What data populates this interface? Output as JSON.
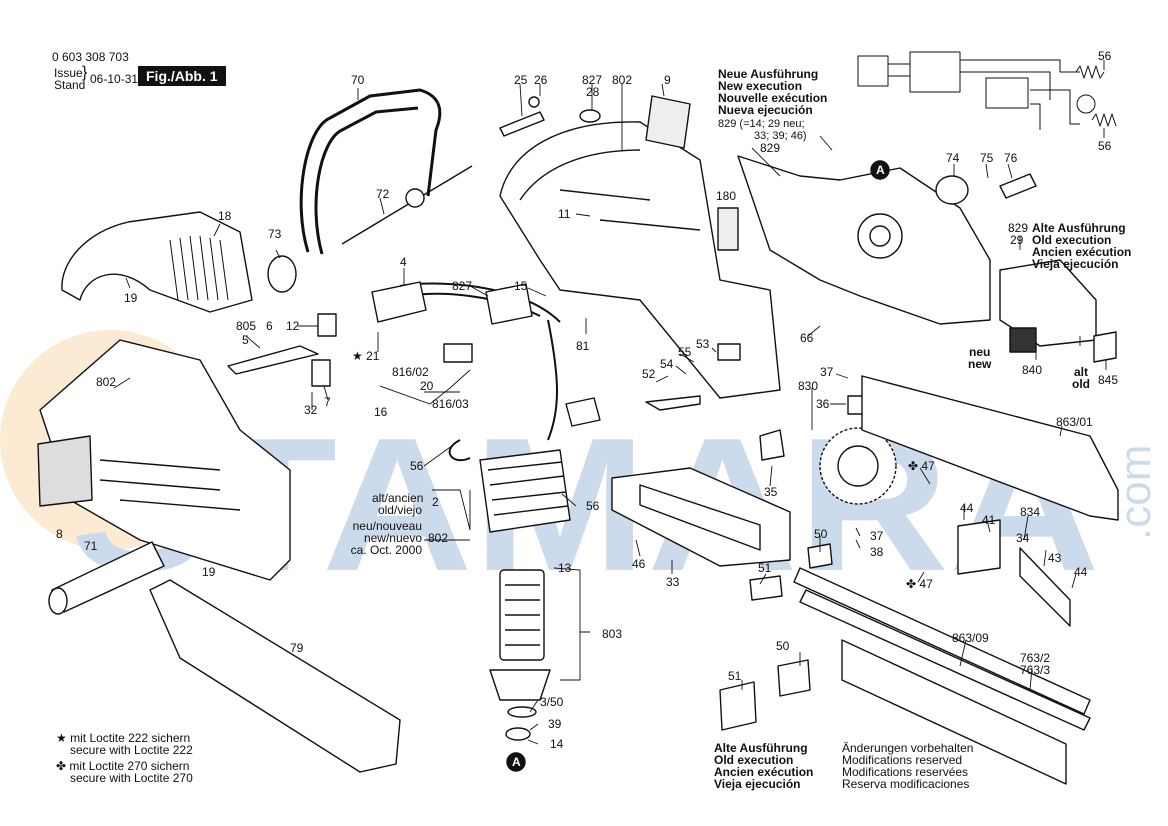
{
  "header": {
    "doc_number": "0 603 308 703",
    "issue_label": "Issue",
    "stand_label": "Stand",
    "issue_date": "06-10-31",
    "figure_label": "Fig./Abb. 1"
  },
  "watermark": {
    "text": "STAMARA",
    "side_text": ".com",
    "color": "#1e5fa8",
    "accent_color": "#f2a33a"
  },
  "new_execution": [
    "Neue Ausführung",
    "New execution",
    "Nouvelle exécution",
    "Nueva ejecución"
  ],
  "note_829": [
    "829 (=14; 29 neu;",
    "33; 39; 46)"
  ],
  "old_execution_right": [
    "Alte Ausführung",
    "Old execution",
    "Ancien exécution",
    "Vieja ejecución"
  ],
  "old_execution_bottom": [
    "Alte Ausführung",
    "Old execution",
    "Ancien exécution",
    "Vieja ejecución"
  ],
  "changes_note": [
    "Änderungen vorbehalten",
    "Modifications reserved",
    "Modifications reservées",
    "Reserva modificaciones"
  ],
  "loctite": [
    {
      "symbol": "★",
      "lines": [
        "mit Loctite 222 sichern",
        "secure with Loctite 222"
      ]
    },
    {
      "symbol": "✤",
      "lines": [
        "mit Loctite 270 sichern",
        "secure with Loctite 270"
      ]
    }
  ],
  "version_notes": {
    "alt_line1": "alt/ancien",
    "alt_line2": "old/viejo",
    "neu_line1": "neu/nouveau",
    "neu_line2": "new/nuevo",
    "neu_line3": "ca. Oct. 2000",
    "neu_new": [
      "neu",
      "new"
    ],
    "alt_old": [
      "alt",
      "old"
    ]
  },
  "part_labels": [
    {
      "id": "p70",
      "text": "70"
    },
    {
      "id": "p72",
      "text": "72"
    },
    {
      "id": "p73",
      "text": "73"
    },
    {
      "id": "p18",
      "text": "18"
    },
    {
      "id": "p19a",
      "text": "19"
    },
    {
      "id": "p805",
      "text": "805"
    },
    {
      "id": "p5",
      "text": "5"
    },
    {
      "id": "p6",
      "text": "6"
    },
    {
      "id": "p12",
      "text": "12"
    },
    {
      "id": "p4",
      "text": "4"
    },
    {
      "id": "p21",
      "text": "★ 21"
    },
    {
      "id": "p802a",
      "text": "802"
    },
    {
      "id": "p32",
      "text": "32"
    },
    {
      "id": "p7",
      "text": "7"
    },
    {
      "id": "p81602",
      "text": "816/02"
    },
    {
      "id": "p20",
      "text": "20"
    },
    {
      "id": "p16",
      "text": "16"
    },
    {
      "id": "p81603",
      "text": "816/03"
    },
    {
      "id": "p8",
      "text": "8"
    },
    {
      "id": "p71",
      "text": "71"
    },
    {
      "id": "p19b",
      "text": "19"
    },
    {
      "id": "p79",
      "text": "79"
    },
    {
      "id": "p25",
      "text": "25"
    },
    {
      "id": "p26",
      "text": "26"
    },
    {
      "id": "p827a",
      "text": "827"
    },
    {
      "id": "p802b",
      "text": "802"
    },
    {
      "id": "p28",
      "text": "28"
    },
    {
      "id": "p9",
      "text": "9"
    },
    {
      "id": "p11",
      "text": "11"
    },
    {
      "id": "p180",
      "text": "180"
    },
    {
      "id": "p827b",
      "text": "827"
    },
    {
      "id": "p15",
      "text": "15"
    },
    {
      "id": "p81",
      "text": "81"
    },
    {
      "id": "p53",
      "text": "53"
    },
    {
      "id": "p55",
      "text": "55"
    },
    {
      "id": "p54",
      "text": "54"
    },
    {
      "id": "p52",
      "text": "52"
    },
    {
      "id": "p56a",
      "text": "56"
    },
    {
      "id": "p56b",
      "text": "56"
    },
    {
      "id": "p2",
      "text": "2"
    },
    {
      "id": "p802c",
      "text": "802"
    },
    {
      "id": "p13",
      "text": "13"
    },
    {
      "id": "p803",
      "text": "803"
    },
    {
      "id": "p350",
      "text": "3/50"
    },
    {
      "id": "p39",
      "text": "39"
    },
    {
      "id": "p14",
      "text": "14"
    },
    {
      "id": "p46",
      "text": "46"
    },
    {
      "id": "p33",
      "text": "33"
    },
    {
      "id": "p829",
      "text": "829"
    },
    {
      "id": "p74",
      "text": "74"
    },
    {
      "id": "p75",
      "text": "75"
    },
    {
      "id": "p76",
      "text": "76"
    },
    {
      "id": "p56c",
      "text": "56"
    },
    {
      "id": "p56d",
      "text": "56"
    },
    {
      "id": "p66",
      "text": "66"
    },
    {
      "id": "p37a",
      "text": "37"
    },
    {
      "id": "p830",
      "text": "830"
    },
    {
      "id": "p36",
      "text": "36"
    },
    {
      "id": "p35",
      "text": "35"
    },
    {
      "id": "p47a",
      "text": "✤ 47"
    },
    {
      "id": "p50a",
      "text": "50"
    },
    {
      "id": "p37b",
      "text": "37"
    },
    {
      "id": "p38",
      "text": "38"
    },
    {
      "id": "p51a",
      "text": "51"
    },
    {
      "id": "p47b",
      "text": "✤ 47"
    },
    {
      "id": "p86301",
      "text": "863/01"
    },
    {
      "id": "p840",
      "text": "840"
    },
    {
      "id": "p845",
      "text": "845"
    },
    {
      "id": "p44a",
      "text": "44"
    },
    {
      "id": "p41",
      "text": "41"
    },
    {
      "id": "p834",
      "text": "834"
    },
    {
      "id": "p34",
      "text": "34"
    },
    {
      "id": "p43",
      "text": "43"
    },
    {
      "id": "p44b",
      "text": "44"
    },
    {
      "id": "p86309",
      "text": "863/09"
    },
    {
      "id": "p7632",
      "text": "763/2"
    },
    {
      "id": "p7633",
      "text": "763/3"
    },
    {
      "id": "p50b",
      "text": "50"
    },
    {
      "id": "p51b",
      "text": "51"
    },
    {
      "id": "p829b",
      "text": "829"
    },
    {
      "id": "p29",
      "text": "29"
    }
  ],
  "markers": {
    "a1": "A",
    "a2": "A"
  }
}
